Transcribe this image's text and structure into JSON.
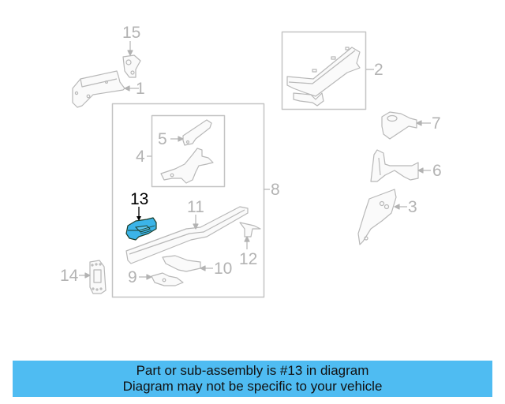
{
  "diagram": {
    "title": "Parts diagram",
    "highlight_color": "#3bb4e8",
    "line_color": "#b3b3b3",
    "callouts": [
      {
        "id": "1",
        "label": "1"
      },
      {
        "id": "2",
        "label": "2"
      },
      {
        "id": "3",
        "label": "3"
      },
      {
        "id": "4",
        "label": "4"
      },
      {
        "id": "5",
        "label": "5"
      },
      {
        "id": "6",
        "label": "6"
      },
      {
        "id": "7",
        "label": "7"
      },
      {
        "id": "8",
        "label": "8"
      },
      {
        "id": "9",
        "label": "9"
      },
      {
        "id": "10",
        "label": "10"
      },
      {
        "id": "11",
        "label": "11"
      },
      {
        "id": "12",
        "label": "12"
      },
      {
        "id": "13",
        "label": "13",
        "highlighted": true
      },
      {
        "id": "14",
        "label": "14"
      },
      {
        "id": "15",
        "label": "15"
      }
    ]
  },
  "banner": {
    "line1": "Part or sub-assembly is #13 in diagram",
    "line2": "Diagram may not be specific to your vehicle",
    "background": "#4fbcf2"
  }
}
